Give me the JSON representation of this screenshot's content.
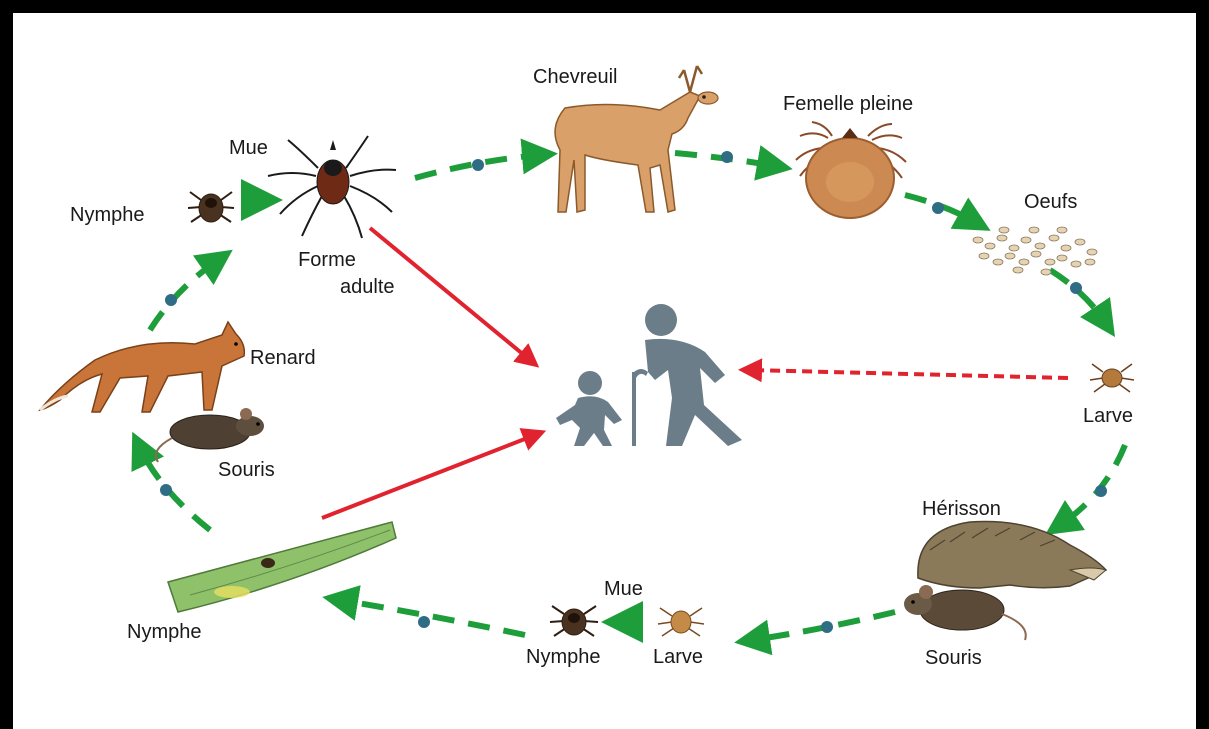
{
  "labels": {
    "chevreuil": "Chevreuil",
    "femelle_pleine": "Femelle pleine",
    "oeufs": "Oeufs",
    "larve_right": "Larve",
    "herisson": "Hérisson",
    "souris_bottom": "Souris",
    "mue_bottom": "Mue",
    "nymphe_bottom": "Nymphe",
    "larve_bottom": "Larve",
    "nymphe_leaf": "Nymphe",
    "souris_left": "Souris",
    "renard": "Renard",
    "nymphe_top": "Nymphe",
    "mue_top": "Mue",
    "forme_adulte_line1": "Forme",
    "forme_adulte_line2": "adulte"
  },
  "colors": {
    "cycle_arrow": "#1e9e3a",
    "cycle_dot": "#2e6d84",
    "infection_arrow": "#e0232e",
    "human_silhouette": "#6a7d89",
    "frame": "#000000"
  }
}
